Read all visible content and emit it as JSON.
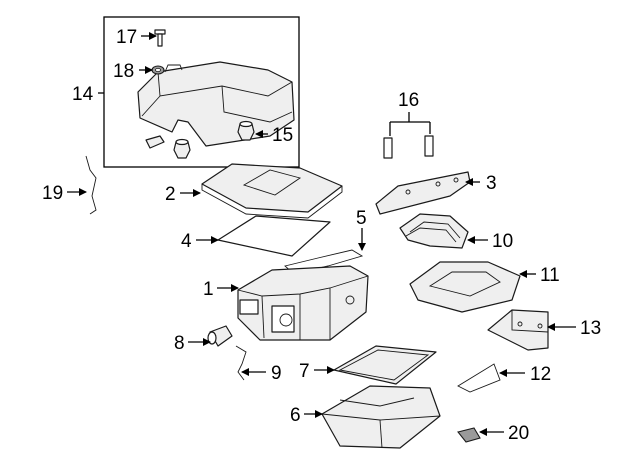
{
  "callouts": {
    "c1": "1",
    "c2": "2",
    "c3": "3",
    "c4": "4",
    "c5": "5",
    "c6": "6",
    "c7": "7",
    "c8": "8",
    "c9": "9",
    "c10": "10",
    "c11": "11",
    "c12": "12",
    "c13": "13",
    "c14": "14",
    "c15": "15",
    "c16": "16",
    "c17": "17",
    "c18": "18",
    "c19": "19",
    "c20": "20"
  },
  "colors": {
    "line": "#1a1a1a",
    "background": "#ffffff",
    "shade": "#efefef"
  }
}
